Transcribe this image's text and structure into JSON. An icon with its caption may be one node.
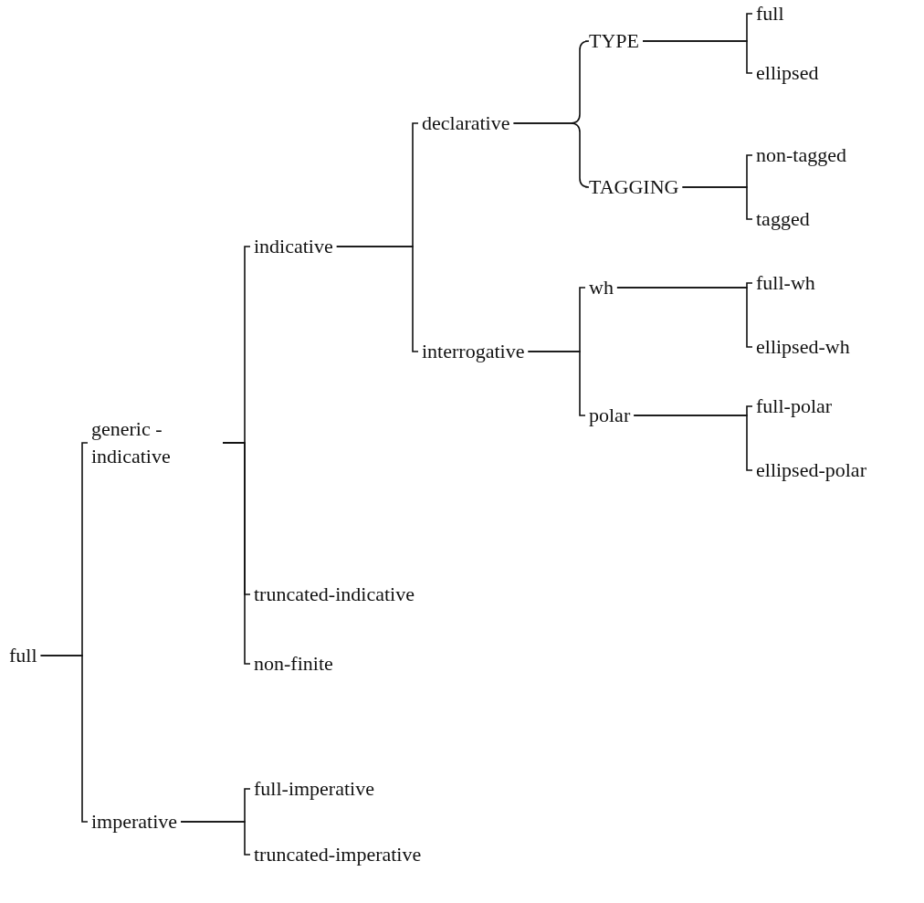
{
  "diagram": {
    "nodes": [
      {
        "text": [
          "full"
        ]
      },
      {
        "text": [
          "generic -indicative"
        ]
      },
      {
        "text": [
          "imperative"
        ]
      },
      {
        "text": [
          "indicative"
        ]
      },
      {
        "text": [
          "truncated-indicative"
        ]
      },
      {
        "text": [
          "non-finite"
        ]
      },
      {
        "text": [
          "full-imperative"
        ]
      },
      {
        "text": [
          "truncated-imperative"
        ]
      },
      {
        "text": [
          "declarative"
        ]
      },
      {
        "text": [
          "interrogative"
        ]
      },
      {
        "text": [
          "TYPE"
        ]
      },
      {
        "text": [
          "TAGGING"
        ]
      },
      {
        "text": [
          "wh"
        ]
      },
      {
        "text": [
          "polar"
        ]
      },
      {
        "text": [
          "full"
        ]
      },
      {
        "text": [
          "ellipsed"
        ]
      },
      {
        "text": [
          "non-tagged"
        ]
      },
      {
        "text": [
          "tagged"
        ]
      },
      {
        "text": [
          "full-wh"
        ]
      },
      {
        "text": [
          "ellipsed-wh"
        ]
      },
      {
        "text": [
          "full-polar"
        ]
      },
      {
        "text": [
          "ellipsed-polar"
        ]
      }
    ],
    "edges": [
      {
        "from": 0,
        "to": 1,
        "arrow": "none"
      },
      {
        "from": 0,
        "to": 2,
        "arrow": "none"
      },
      {
        "from": 1,
        "to": 3,
        "arrow": "none"
      },
      {
        "from": 1,
        "to": 4,
        "arrow": "none"
      },
      {
        "from": 1,
        "to": 5,
        "arrow": "none"
      },
      {
        "from": 2,
        "to": 6,
        "arrow": "none"
      },
      {
        "from": 2,
        "to": 7,
        "arrow": "none"
      },
      {
        "from": 3,
        "to": 8,
        "arrow": "none"
      },
      {
        "from": 3,
        "to": 9,
        "arrow": "none"
      },
      {
        "from": 8,
        "to": 10,
        "arrow": "none"
      },
      {
        "from": 8,
        "to": 11,
        "arrow": "none"
      },
      {
        "from": 9,
        "to": 12,
        "arrow": "none"
      },
      {
        "from": 9,
        "to": 13,
        "arrow": "none"
      },
      {
        "from": 10,
        "to": 14,
        "arrow": "none"
      },
      {
        "from": 10,
        "to": 15,
        "arrow": "none"
      },
      {
        "from": 11,
        "to": 16,
        "arrow": "none"
      },
      {
        "from": 11,
        "to": 17,
        "arrow": "none"
      },
      {
        "from": 12,
        "to": 18,
        "arrow": "none"
      },
      {
        "from": 12,
        "to": 19,
        "arrow": "none"
      },
      {
        "from": 13,
        "to": 20,
        "arrow": "none"
      },
      {
        "from": 13,
        "to": 21,
        "arrow": "none"
      }
    ]
  }
}
